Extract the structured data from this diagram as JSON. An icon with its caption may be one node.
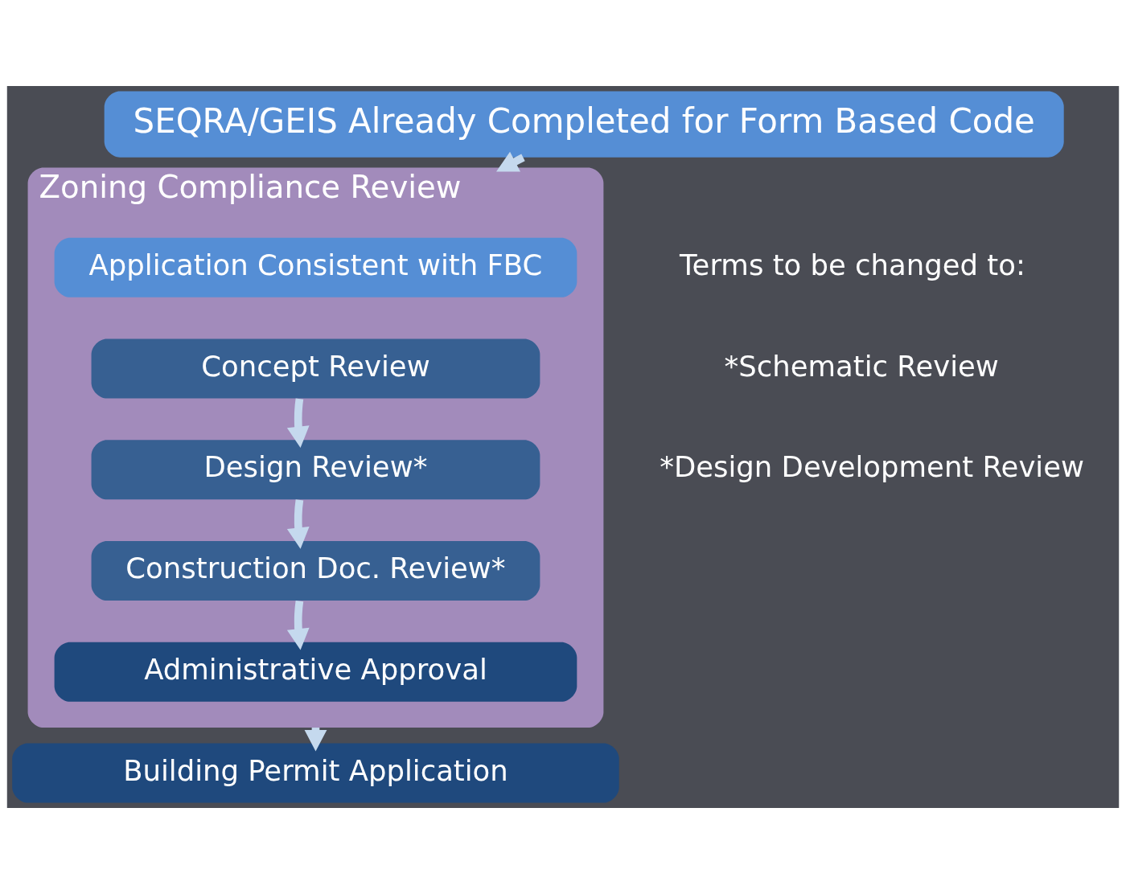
{
  "diagram": {
    "nodes": [
      {
        "text": [
          "SEQRA/GEIS Already Completed for Form Based Code"
        ]
      },
      {
        "text": [
          "Zoning Compliance Review"
        ]
      },
      {
        "text": [
          "Application Consistent with FBC"
        ],
        "in": 1
      },
      {
        "text": [
          "Concept Review"
        ],
        "in": 1
      },
      {
        "text": [
          "Design Review*"
        ],
        "in": 1
      },
      {
        "text": [
          "Construction Doc. Review*"
        ],
        "in": 1
      },
      {
        "text": [
          "Administrative Approval"
        ],
        "in": 1
      },
      {
        "text": [
          "Building Permit Application"
        ]
      }
    ],
    "edges": [
      {
        "from": 0,
        "to": 1,
        "arrow": "to"
      },
      {
        "from": 3,
        "to": 4,
        "arrow": "to"
      },
      {
        "from": 4,
        "to": 5,
        "arrow": "to"
      },
      {
        "from": 5,
        "to": 6,
        "arrow": "to"
      },
      {
        "from": 1,
        "to": 7,
        "arrow": "to"
      }
    ],
    "labels": [
      "Terms to be changed to:",
      "*Schematic Review",
      "*Design Development Review"
    ]
  }
}
